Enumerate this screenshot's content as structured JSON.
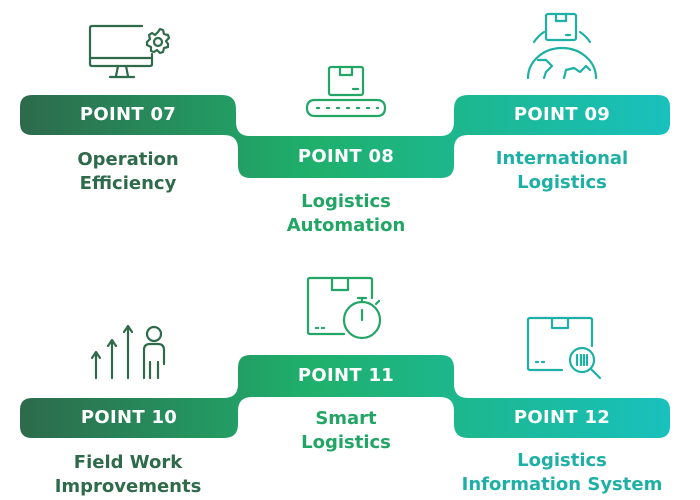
{
  "colors": {
    "dark_green": "#2d6e4e",
    "mid_green": "#1db36e",
    "teal": "#1bbcb5",
    "caption_dark": "#2f6b4a",
    "caption_mid": "#22a565",
    "caption_teal": "#1fb0a5"
  },
  "top_row": {
    "point_07": {
      "label": "POINT 07",
      "caption_line1": "Operation",
      "caption_line2": "Efficiency",
      "icon": "monitor-gear-icon"
    },
    "point_08": {
      "label": "POINT 08",
      "caption_line1": "Logistics",
      "caption_line2": "Automation",
      "icon": "conveyor-box-icon"
    },
    "point_09": {
      "label": "POINT 09",
      "caption_line1": "International",
      "caption_line2": "Logistics",
      "icon": "globe-box-icon"
    }
  },
  "bottom_row": {
    "point_10": {
      "label": "POINT 10",
      "caption_line1": "Field Work",
      "caption_line2": "Improvements",
      "icon": "arrows-person-icon"
    },
    "point_11": {
      "label": "POINT 11",
      "caption_line1": "Smart",
      "caption_line2": "Logistics",
      "icon": "box-stopwatch-icon"
    },
    "point_12": {
      "label": "POINT 12",
      "caption_line1": "Logistics",
      "caption_line2": "Information System",
      "icon": "box-barcode-magnifier-icon"
    }
  }
}
